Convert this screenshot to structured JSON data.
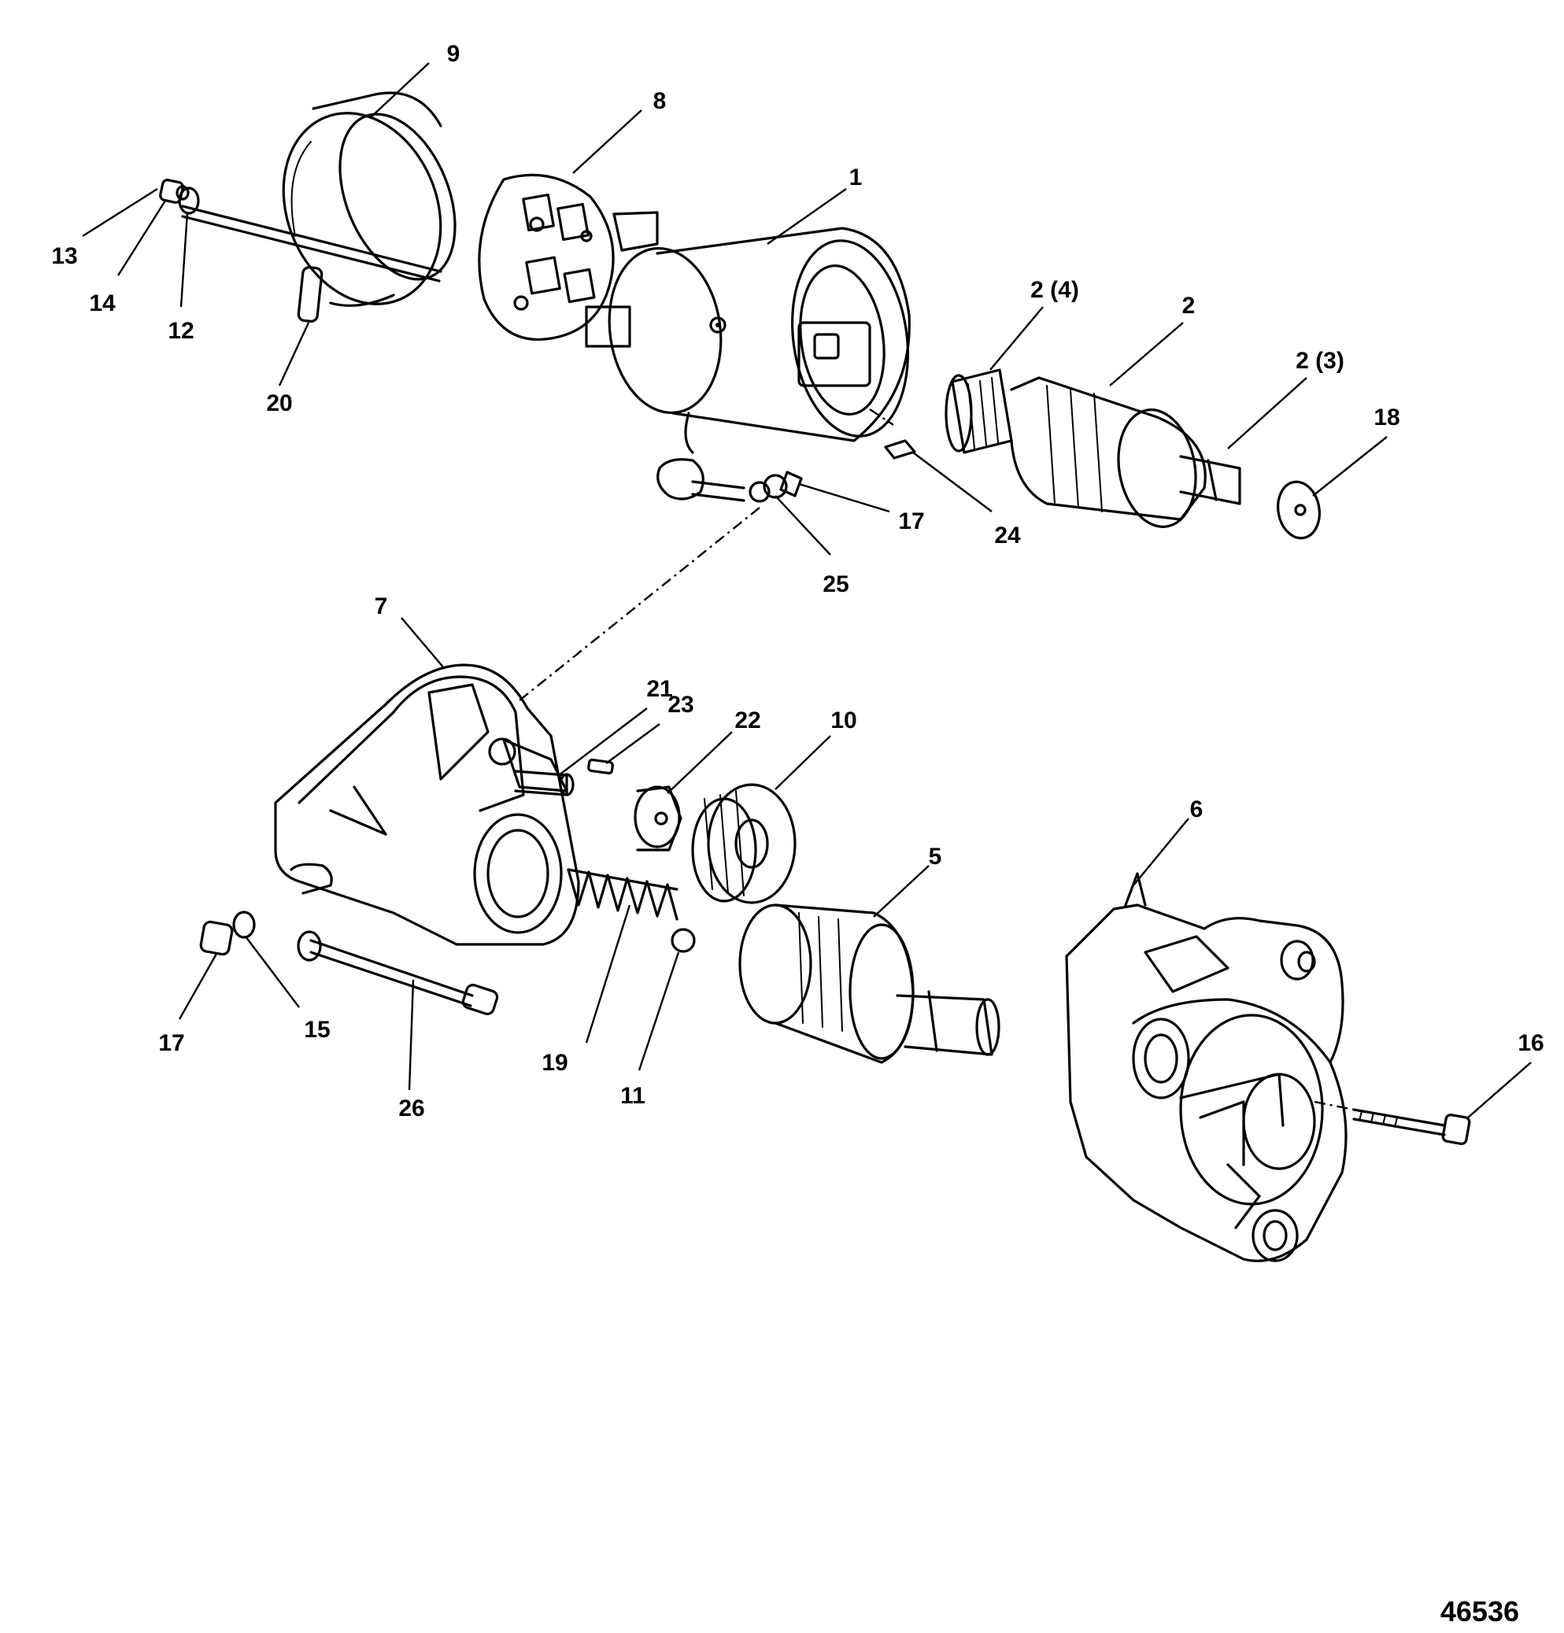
{
  "figure_ref": "46536",
  "callouts": [
    {
      "id": "1",
      "text": "1"
    },
    {
      "id": "2-4",
      "text": "2 (4)"
    },
    {
      "id": "2",
      "text": "2"
    },
    {
      "id": "2-3",
      "text": "2 (3)"
    },
    {
      "id": "5",
      "text": "5"
    },
    {
      "id": "6",
      "text": "6"
    },
    {
      "id": "7",
      "text": "7"
    },
    {
      "id": "8",
      "text": "8"
    },
    {
      "id": "9",
      "text": "9"
    },
    {
      "id": "10",
      "text": "10"
    },
    {
      "id": "11",
      "text": "11"
    },
    {
      "id": "12",
      "text": "12"
    },
    {
      "id": "13",
      "text": "13"
    },
    {
      "id": "14",
      "text": "14"
    },
    {
      "id": "15",
      "text": "15"
    },
    {
      "id": "16",
      "text": "16"
    },
    {
      "id": "17-a",
      "text": "17"
    },
    {
      "id": "17-b",
      "text": "17"
    },
    {
      "id": "18",
      "text": "18"
    },
    {
      "id": "19",
      "text": "19"
    },
    {
      "id": "20",
      "text": "20"
    },
    {
      "id": "21",
      "text": "21"
    },
    {
      "id": "22",
      "text": "22"
    },
    {
      "id": "23",
      "text": "23"
    },
    {
      "id": "24",
      "text": "24"
    },
    {
      "id": "25",
      "text": "25"
    },
    {
      "id": "26",
      "text": "26"
    }
  ]
}
